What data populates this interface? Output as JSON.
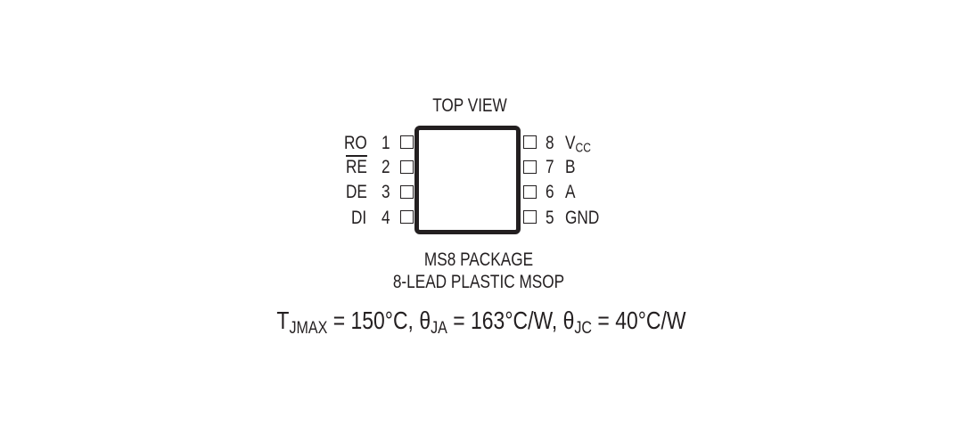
{
  "diagram": {
    "title": "TOP VIEW",
    "left_pins": [
      {
        "number": "1",
        "name": "RO",
        "overline": false
      },
      {
        "number": "2",
        "name": "RE",
        "overline": true
      },
      {
        "number": "3",
        "name": "DE",
        "overline": false
      },
      {
        "number": "4",
        "name": "DI",
        "overline": false
      }
    ],
    "right_pins": [
      {
        "number": "8",
        "name": "V",
        "sub": "CC"
      },
      {
        "number": "7",
        "name": "B",
        "sub": ""
      },
      {
        "number": "6",
        "name": "A",
        "sub": ""
      },
      {
        "number": "5",
        "name": "GND",
        "sub": ""
      }
    ],
    "package_line1": "MS8 PACKAGE",
    "package_line2": "8-LEAD PLASTIC MSOP",
    "thermal": {
      "tj_symbol": "T",
      "tj_sub": "JMAX",
      "tj_value": " = 150°C, ",
      "theta_ja_symbol": "θ",
      "theta_ja_sub": "JA",
      "theta_ja_value": " = 163°C/W, ",
      "theta_jc_symbol": "θ",
      "theta_jc_sub": "JC",
      "theta_jc_value": " = 40°C/W"
    },
    "colors": {
      "ink": "#231f20",
      "background": "#ffffff"
    }
  }
}
